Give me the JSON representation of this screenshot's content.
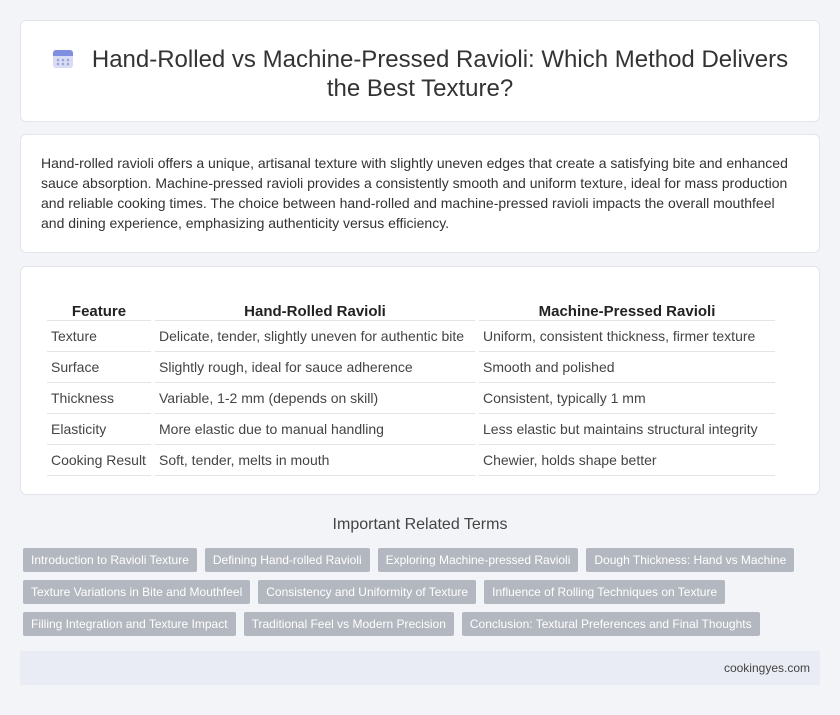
{
  "header": {
    "title": "Hand-Rolled vs Machine-Pressed Ravioli: Which Method Delivers the Best Texture?",
    "icon": "calendar-icon"
  },
  "intro": {
    "text": "Hand-rolled ravioli offers a unique, artisanal texture with slightly uneven edges that create a satisfying bite and enhanced sauce absorption. Machine-pressed ravioli provides a consistently smooth and uniform texture, ideal for mass production and reliable cooking times. The choice between hand-rolled and machine-pressed ravioli impacts the overall mouthfeel and dining experience, emphasizing authenticity versus efficiency."
  },
  "table": {
    "headers": [
      "Feature",
      "Hand-Rolled Ravioli",
      "Machine-Pressed Ravioli"
    ],
    "rows": [
      [
        "Texture",
        "Delicate, tender, slightly uneven for authentic bite",
        "Uniform, consistent thickness, firmer texture"
      ],
      [
        "Surface",
        "Slightly rough, ideal for sauce adherence",
        "Smooth and polished"
      ],
      [
        "Thickness",
        "Variable, 1-2 mm (depends on skill)",
        "Consistent, typically 1 mm"
      ],
      [
        "Elasticity",
        "More elastic due to manual handling",
        "Less elastic but maintains structural integrity"
      ],
      [
        "Cooking Result",
        "Soft, tender, melts in mouth",
        "Chewier, holds shape better"
      ]
    ]
  },
  "related": {
    "title": "Important Related Terms",
    "tags": [
      [
        "Introduction to Ravioli Texture",
        "Defining Hand-rolled Ravioli",
        "Exploring Machine-pressed Ravioli",
        "Dough Thickness: Hand vs Machine"
      ],
      [
        "Texture Variations in Bite and Mouthfeel",
        "Consistency and Uniformity of Texture",
        "Influence of Rolling Techniques on Texture"
      ],
      [
        "Filling Integration and Texture Impact",
        "Traditional Feel vs Modern Precision",
        "Conclusion: Textural Preferences and Final Thoughts"
      ]
    ]
  },
  "footer": {
    "site": "cookingyes.com"
  }
}
